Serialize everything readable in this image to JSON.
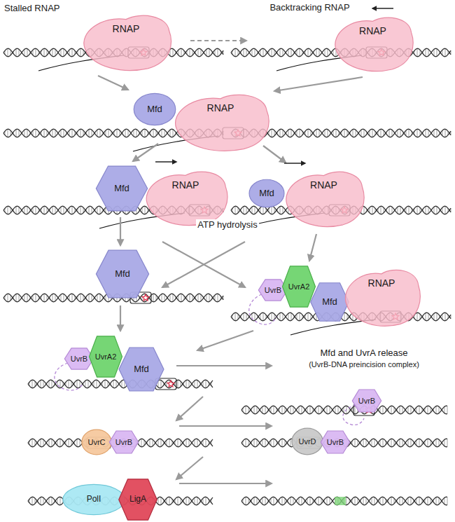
{
  "diagram": {
    "nodes": [
      {
        "text": [
          "RNAP"
        ]
      },
      {
        "text": [
          "RNAP"
        ]
      },
      {
        "text": [
          "Mfd"
        ]
      },
      {
        "text": [
          "RNAP"
        ]
      },
      {
        "text": [
          "Mfd"
        ]
      },
      {
        "text": [
          "RNAP"
        ]
      },
      {
        "text": [
          "Mfd"
        ]
      },
      {
        "text": [
          "RNAP"
        ]
      },
      {
        "text": [
          "Mfd"
        ]
      },
      {
        "text": [
          "UvrB"
        ]
      },
      {
        "text": [
          "UvrA2"
        ]
      },
      {
        "text": [
          "Mfd"
        ]
      },
      {
        "text": [
          "RNAP"
        ]
      },
      {
        "text": [
          "UvrB"
        ]
      },
      {
        "text": [
          "UvrA2"
        ]
      },
      {
        "text": [
          "Mfd"
        ]
      },
      {
        "text": [
          "UvrB"
        ]
      },
      {
        "text": [
          "UvrC"
        ]
      },
      {
        "text": [
          "UvrB"
        ]
      },
      {
        "text": [
          "UvrD"
        ]
      },
      {
        "text": [
          "UvrB"
        ]
      },
      {
        "text": [
          "PolI"
        ]
      },
      {
        "text": [
          "LigA"
        ]
      }
    ],
    "labels": [
      "Stalled RNAP",
      "Backtracking RNAP",
      "ATP hydrolysis",
      "Mfd and UvrA release",
      "(UvrB-DNA preincision complex)"
    ]
  }
}
